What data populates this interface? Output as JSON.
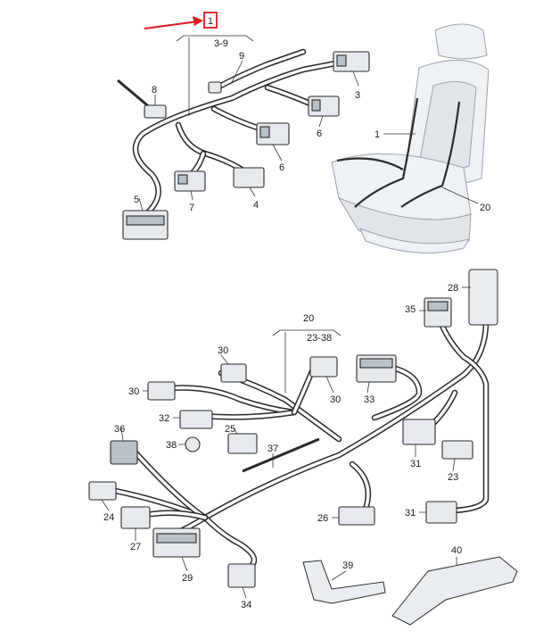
{
  "diagram": {
    "colors": {
      "wire": "#2a2a2a",
      "connector": "#e6eaee",
      "highlight": "#e5161f"
    },
    "group_top": {
      "part": "1",
      "range": "3-9"
    },
    "group_bottom": {
      "part": "20",
      "range": "23-38"
    },
    "callouts": [
      "3",
      "4",
      "5",
      "6",
      "6",
      "7",
      "8",
      "9",
      "1",
      "20",
      "28",
      "35",
      "30",
      "30",
      "30",
      "33",
      "32",
      "25",
      "38",
      "36",
      "37",
      "31",
      "23",
      "24",
      "27",
      "26",
      "31",
      "29",
      "34",
      "39",
      "40"
    ]
  }
}
